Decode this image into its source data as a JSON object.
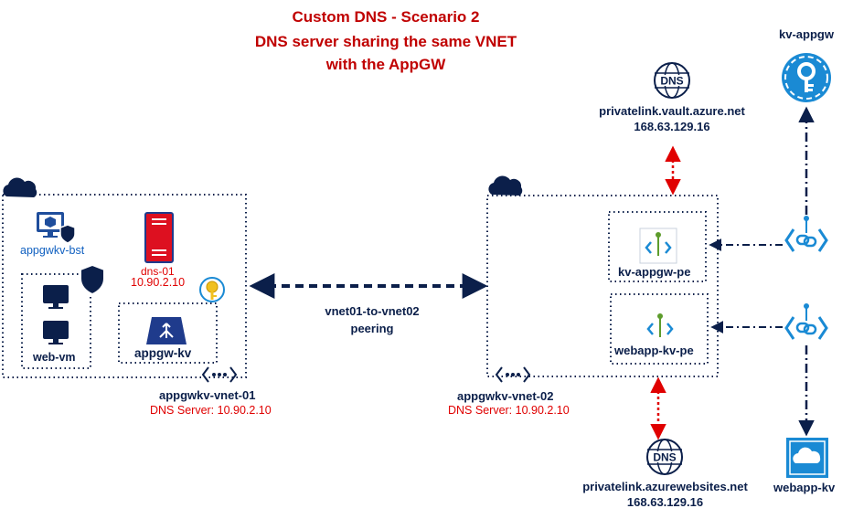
{
  "title": {
    "line1": "Custom DNS - Scenario 2",
    "line2": "DNS server  sharing the same VNET",
    "line3": "with the  AppGW"
  },
  "vnet1": {
    "name": "appgwkv-vnet-01",
    "dns": "DNS Server: 10.90.2.10",
    "bastion": "appgwkv-bst",
    "dns_vm": "dns-01",
    "dns_ip": "10.90.2.10",
    "web_vm": "web-vm",
    "appgw": "appgw-kv"
  },
  "peering": {
    "line1": "vnet01-to-vnet02",
    "line2": "peering"
  },
  "vnet2": {
    "name": "appgwkv-vnet-02",
    "dns": "DNS Server: 10.90.2.10",
    "pe_kv": "kv-appgw-pe",
    "pe_web": "webapp-kv-pe"
  },
  "dns_zone_top": {
    "name": "privatelink.vault.azure.net",
    "ip": "168.63.129.16",
    "icon_text": "DNS"
  },
  "dns_zone_bottom": {
    "name": "privatelink.azurewebsites.net",
    "ip": "168.63.129.16",
    "icon_text": "DNS"
  },
  "keyvault": {
    "name": "kv-appgw"
  },
  "webapp": {
    "name": "webapp-kv"
  },
  "icons": [
    "cloud-icon",
    "monitor-icon",
    "shield-icon",
    "server-icon",
    "key-icon",
    "appgw-icon",
    "dns-globe-icon",
    "keyvault-icon",
    "webapp-icon",
    "private-link-icon",
    "private-endpoint-icon",
    "vnet-peering-icon"
  ],
  "colors": {
    "title": "#c00000",
    "navy": "#0b1f4a",
    "red": "#e00000",
    "blue": "#1060c0",
    "azure": "#1a8ad4"
  }
}
